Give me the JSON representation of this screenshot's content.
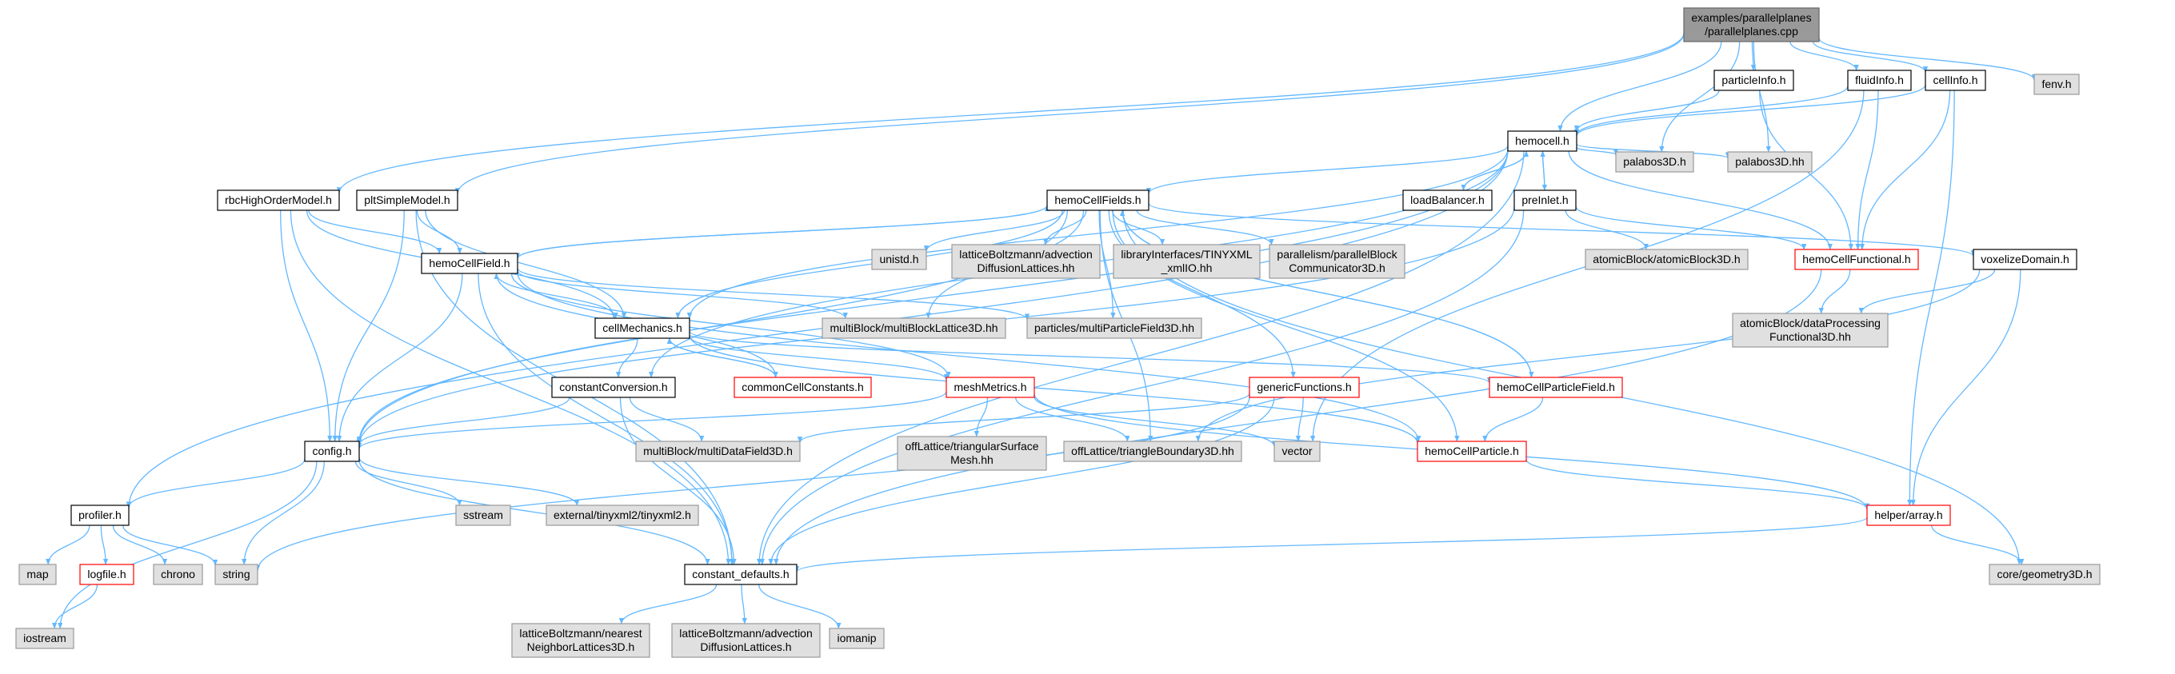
{
  "graph": {
    "node_styles": {
      "root": {
        "fill": "#999999",
        "stroke": "#666666"
      },
      "document": {
        "fill": "#ffffff",
        "stroke": "#000000"
      },
      "truncated": {
        "fill": "#ffffff",
        "stroke": "#ff0000"
      },
      "external": {
        "fill": "#e0e0e0",
        "stroke": "#999999"
      }
    },
    "edge_color": "#63b8ff",
    "nodes": [
      {
        "id": "root",
        "lines": [
          "examples/parallelplanes",
          "/parallelplanes.cpp"
        ],
        "style": "root"
      },
      {
        "id": "particleInfo",
        "lines": [
          "particleInfo.h"
        ],
        "style": "document"
      },
      {
        "id": "fluidInfo",
        "lines": [
          "fluidInfo.h"
        ],
        "style": "document"
      },
      {
        "id": "cellInfo",
        "lines": [
          "cellInfo.h"
        ],
        "style": "document"
      },
      {
        "id": "fenv",
        "lines": [
          "fenv.h"
        ],
        "style": "external"
      },
      {
        "id": "hemocell",
        "lines": [
          "hemocell.h"
        ],
        "style": "document"
      },
      {
        "id": "rbcHighOrderModel",
        "lines": [
          "rbcHighOrderModel.h"
        ],
        "style": "document"
      },
      {
        "id": "pltSimpleModel",
        "lines": [
          "pltSimpleModel.h"
        ],
        "style": "document"
      },
      {
        "id": "hemoCellFields",
        "lines": [
          "hemoCellFields.h"
        ],
        "style": "document"
      },
      {
        "id": "loadBalancer",
        "lines": [
          "loadBalancer.h"
        ],
        "style": "document"
      },
      {
        "id": "preInlet",
        "lines": [
          "preInlet.h"
        ],
        "style": "document"
      },
      {
        "id": "palabos3D_h",
        "lines": [
          "palabos3D.h"
        ],
        "style": "external"
      },
      {
        "id": "palabos3D_hh",
        "lines": [
          "palabos3D.hh"
        ],
        "style": "external"
      },
      {
        "id": "hemoCellField",
        "lines": [
          "hemoCellField.h"
        ],
        "style": "document"
      },
      {
        "id": "unistd",
        "lines": [
          "unistd.h"
        ],
        "style": "external"
      },
      {
        "id": "advectionDiffusionLatticesHH",
        "lines": [
          "latticeBoltzmann/advection",
          "DiffusionLattices.hh"
        ],
        "style": "external"
      },
      {
        "id": "tinyxmlIO",
        "lines": [
          "libraryInterfaces/TINYXML",
          "_xmlIO.hh"
        ],
        "style": "external"
      },
      {
        "id": "parallelBlockComm",
        "lines": [
          "parallelism/parallelBlock",
          "Communicator3D.h"
        ],
        "style": "external"
      },
      {
        "id": "atomicBlock3D",
        "lines": [
          "atomicBlock/atomicBlock3D.h"
        ],
        "style": "external"
      },
      {
        "id": "hemoCellFunctional",
        "lines": [
          "hemoCellFunctional.h"
        ],
        "style": "truncated"
      },
      {
        "id": "voxelizeDomain",
        "lines": [
          "voxelizeDomain.h"
        ],
        "style": "document"
      },
      {
        "id": "multiBlockLattice3D",
        "lines": [
          "multiBlock/multiBlockLattice3D.hh"
        ],
        "style": "external"
      },
      {
        "id": "multiParticleField3D",
        "lines": [
          "particles/multiParticleField3D.hh"
        ],
        "style": "external"
      },
      {
        "id": "dataProcessingFunctional3D",
        "lines": [
          "atomicBlock/dataProcessing",
          "Functional3D.hh"
        ],
        "style": "external"
      },
      {
        "id": "cellMechanics",
        "lines": [
          "cellMechanics.h"
        ],
        "style": "document"
      },
      {
        "id": "constantConversion",
        "lines": [
          "constantConversion.h"
        ],
        "style": "document"
      },
      {
        "id": "commonCellConstants",
        "lines": [
          "commonCellConstants.h"
        ],
        "style": "truncated"
      },
      {
        "id": "meshMetrics",
        "lines": [
          "meshMetrics.h"
        ],
        "style": "truncated"
      },
      {
        "id": "genericFunctions",
        "lines": [
          "genericFunctions.h"
        ],
        "style": "truncated"
      },
      {
        "id": "hemoCellParticleField",
        "lines": [
          "hemoCellParticleField.h"
        ],
        "style": "truncated"
      },
      {
        "id": "config",
        "lines": [
          "config.h"
        ],
        "style": "document"
      },
      {
        "id": "multiDataField3D",
        "lines": [
          "multiBlock/multiDataField3D.h"
        ],
        "style": "external"
      },
      {
        "id": "triangularSurfaceMesh",
        "lines": [
          "offLattice/triangularSurface",
          "Mesh.hh"
        ],
        "style": "external"
      },
      {
        "id": "triangleBoundary3D",
        "lines": [
          "offLattice/triangleBoundary3D.hh"
        ],
        "style": "external"
      },
      {
        "id": "vector",
        "lines": [
          "vector"
        ],
        "style": "external"
      },
      {
        "id": "hemoCellParticle",
        "lines": [
          "hemoCellParticle.h"
        ],
        "style": "truncated"
      },
      {
        "id": "sstream",
        "lines": [
          "sstream"
        ],
        "style": "external"
      },
      {
        "id": "tinyxml2",
        "lines": [
          "external/tinyxml2/tinyxml2.h"
        ],
        "style": "external"
      },
      {
        "id": "profiler",
        "lines": [
          "profiler.h"
        ],
        "style": "document"
      },
      {
        "id": "helperArray",
        "lines": [
          "helper/array.h"
        ],
        "style": "truncated"
      },
      {
        "id": "map",
        "lines": [
          "map"
        ],
        "style": "external"
      },
      {
        "id": "logfile",
        "lines": [
          "logfile.h"
        ],
        "style": "truncated"
      },
      {
        "id": "chrono",
        "lines": [
          "chrono"
        ],
        "style": "external"
      },
      {
        "id": "string",
        "lines": [
          "string"
        ],
        "style": "external"
      },
      {
        "id": "constantDefaults",
        "lines": [
          "constant_defaults.h"
        ],
        "style": "document"
      },
      {
        "id": "geometry3D",
        "lines": [
          "core/geometry3D.h"
        ],
        "style": "external"
      },
      {
        "id": "iostream",
        "lines": [
          "iostream"
        ],
        "style": "external"
      },
      {
        "id": "nearestNeighborLattices3D",
        "lines": [
          "latticeBoltzmann/nearest",
          "NeighborLattices3D.h"
        ],
        "style": "external"
      },
      {
        "id": "advectionDiffusionLatticesH",
        "lines": [
          "latticeBoltzmann/advection",
          "DiffusionLattices.h"
        ],
        "style": "external"
      },
      {
        "id": "iomanip",
        "lines": [
          "iomanip"
        ],
        "style": "external"
      }
    ],
    "edges": [
      [
        "root",
        "particleInfo"
      ],
      [
        "root",
        "fluidInfo"
      ],
      [
        "root",
        "cellInfo"
      ],
      [
        "root",
        "fenv"
      ],
      [
        "root",
        "hemocell"
      ],
      [
        "root",
        "rbcHighOrderModel"
      ],
      [
        "root",
        "pltSimpleModel"
      ],
      [
        "root",
        "palabos3D_h"
      ],
      [
        "root",
        "palabos3D_hh"
      ],
      [
        "particleInfo",
        "hemocell"
      ],
      [
        "particleInfo",
        "hemoCellFunctional"
      ],
      [
        "fluidInfo",
        "hemocell"
      ],
      [
        "fluidInfo",
        "hemoCellFunctional"
      ],
      [
        "fluidInfo",
        "vector"
      ],
      [
        "cellInfo",
        "hemocell"
      ],
      [
        "cellInfo",
        "hemoCellFunctional"
      ],
      [
        "cellInfo",
        "helperArray"
      ],
      [
        "hemocell",
        "hemoCellFields"
      ],
      [
        "hemocell",
        "loadBalancer"
      ],
      [
        "hemocell",
        "preInlet"
      ],
      [
        "hemocell",
        "palabos3D_h"
      ],
      [
        "hemocell",
        "palabos3D_hh"
      ],
      [
        "hemocell",
        "config"
      ],
      [
        "hemocell",
        "profiler"
      ],
      [
        "hemocell",
        "constantConversion"
      ],
      [
        "hemocell",
        "cellMechanics"
      ],
      [
        "hemocell",
        "hemoCellFunctional"
      ],
      [
        "hemocell",
        "constantDefaults"
      ],
      [
        "loadBalancer",
        "hemocell"
      ],
      [
        "preInlet",
        "hemocell"
      ],
      [
        "preInlet",
        "hemoCellFunctional"
      ],
      [
        "preInlet",
        "atomicBlock3D"
      ],
      [
        "preInlet",
        "config"
      ],
      [
        "preInlet",
        "constantDefaults"
      ],
      [
        "rbcHighOrderModel",
        "hemoCellField"
      ],
      [
        "rbcHighOrderModel",
        "cellMechanics"
      ],
      [
        "rbcHighOrderModel",
        "config"
      ],
      [
        "rbcHighOrderModel",
        "constantDefaults"
      ],
      [
        "pltSimpleModel",
        "hemoCellField"
      ],
      [
        "pltSimpleModel",
        "cellMechanics"
      ],
      [
        "pltSimpleModel",
        "config"
      ],
      [
        "pltSimpleModel",
        "constantDefaults"
      ],
      [
        "hemoCellFields",
        "hemoCellField"
      ],
      [
        "hemoCellFields",
        "unistd"
      ],
      [
        "hemoCellFields",
        "advectionDiffusionLatticesHH"
      ],
      [
        "hemoCellFields",
        "tinyxmlIO"
      ],
      [
        "hemoCellFields",
        "parallelBlockComm"
      ],
      [
        "hemoCellFields",
        "multiBlockLattice3D"
      ],
      [
        "hemoCellFields",
        "multiParticleField3D"
      ],
      [
        "hemoCellFields",
        "cellMechanics"
      ],
      [
        "hemoCellFields",
        "genericFunctions"
      ],
      [
        "hemoCellFields",
        "hemoCellParticleField"
      ],
      [
        "hemoCellFields",
        "hemoCellParticle"
      ],
      [
        "hemoCellFields",
        "config"
      ],
      [
        "hemoCellFields",
        "voxelizeDomain"
      ],
      [
        "hemoCellFields",
        "triangleBoundary3D"
      ],
      [
        "hemoCellFields",
        "geometry3D"
      ],
      [
        "hemoCellField",
        "hemoCellFields"
      ],
      [
        "hemoCellField",
        "cellMechanics"
      ],
      [
        "hemoCellField",
        "config"
      ],
      [
        "hemoCellField",
        "multiBlockLattice3D"
      ],
      [
        "hemoCellField",
        "multiParticleField3D"
      ],
      [
        "hemoCellField",
        "meshMetrics"
      ],
      [
        "hemoCellField",
        "hemoCellParticle"
      ],
      [
        "hemoCellField",
        "constantDefaults"
      ],
      [
        "hemoCellFunctional",
        "dataProcessingFunctional3D"
      ],
      [
        "hemoCellFunctional",
        "constantDefaults"
      ],
      [
        "voxelizeDomain",
        "dataProcessingFunctional3D"
      ],
      [
        "voxelizeDomain",
        "helperArray"
      ],
      [
        "voxelizeDomain",
        "triangleBoundary3D"
      ],
      [
        "cellMechanics",
        "constantConversion"
      ],
      [
        "cellMechanics",
        "commonCellConstants"
      ],
      [
        "cellMechanics",
        "meshMetrics"
      ],
      [
        "cellMechanics",
        "hemoCellParticleField"
      ],
      [
        "cellMechanics",
        "hemoCellParticle"
      ],
      [
        "commonCellConstants",
        "cellMechanics"
      ],
      [
        "commonCellConstants",
        "hemoCellField"
      ],
      [
        "constantConversion",
        "config"
      ],
      [
        "constantConversion",
        "multiDataField3D"
      ],
      [
        "constantConversion",
        "constantDefaults"
      ],
      [
        "meshMetrics",
        "triangularSurfaceMesh"
      ],
      [
        "meshMetrics",
        "triangleBoundary3D"
      ],
      [
        "meshMetrics",
        "vector"
      ],
      [
        "meshMetrics",
        "helperArray"
      ],
      [
        "meshMetrics",
        "config"
      ],
      [
        "genericFunctions",
        "vector"
      ],
      [
        "genericFunctions",
        "constantDefaults"
      ],
      [
        "genericFunctions",
        "multiDataField3D"
      ],
      [
        "genericFunctions",
        "string"
      ],
      [
        "hemoCellParticleField",
        "hemoCellParticle"
      ],
      [
        "hemoCellParticleField",
        "hemoCellFields"
      ],
      [
        "hemoCellParticle",
        "helperArray"
      ],
      [
        "config",
        "sstream"
      ],
      [
        "config",
        "tinyxml2"
      ],
      [
        "config",
        "string"
      ],
      [
        "config",
        "constantDefaults"
      ],
      [
        "config",
        "iostream"
      ],
      [
        "config",
        "profiler"
      ],
      [
        "profiler",
        "map"
      ],
      [
        "profiler",
        "logfile"
      ],
      [
        "profiler",
        "chrono"
      ],
      [
        "profiler",
        "string"
      ],
      [
        "logfile",
        "iostream"
      ],
      [
        "helperArray",
        "geometry3D"
      ],
      [
        "helperArray",
        "constantDefaults"
      ],
      [
        "constantDefaults",
        "nearestNeighborLattices3D"
      ],
      [
        "constantDefaults",
        "advectionDiffusionLatticesH"
      ],
      [
        "constantDefaults",
        "iomanip"
      ]
    ]
  }
}
